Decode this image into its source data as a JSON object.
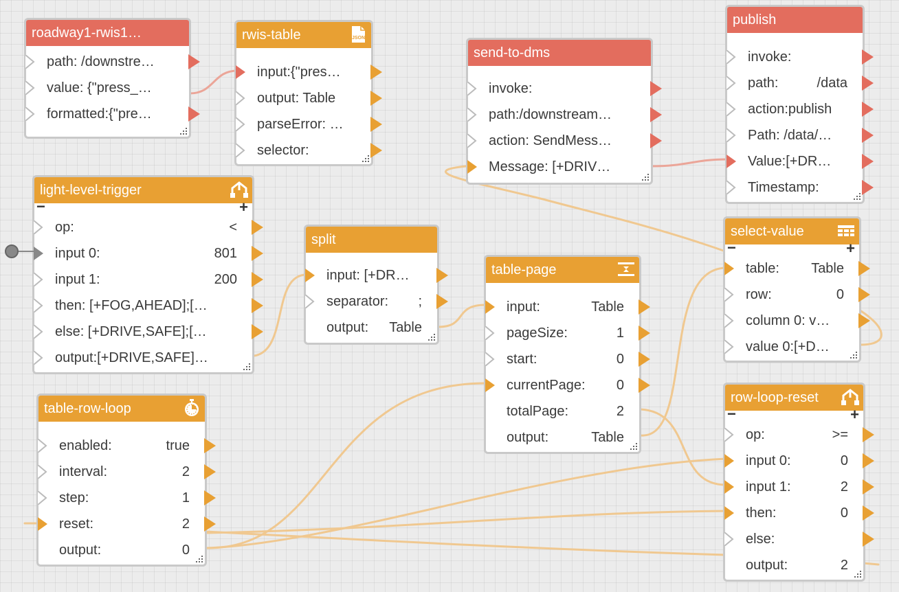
{
  "colors": {
    "orange_header": "#e8a033",
    "red_header": "#e36d5e",
    "wire_orange": "#f0c890",
    "wire_red": "#eba598",
    "canvas": "#ececec"
  },
  "nodes": {
    "roadway": {
      "title": "roadway1-rwis1…",
      "rows": [
        {
          "text": "path: /downstre…"
        },
        {
          "text": "value: {\"press_…"
        },
        {
          "text": "formatted:{\"pre…"
        }
      ]
    },
    "rwis_table": {
      "title": "rwis-table",
      "icon": "json-file-icon",
      "rows": [
        {
          "text": "input:{\"pres…"
        },
        {
          "text": "output:  Table"
        },
        {
          "text": "parseError: …"
        },
        {
          "text": "selector:"
        }
      ]
    },
    "send_to_dms": {
      "title": "send-to-dms",
      "rows": [
        {
          "text": "invoke:"
        },
        {
          "text": "path:/downstream…"
        },
        {
          "text": "action: SendMess…"
        },
        {
          "text": "Message:  [+DRIV…"
        }
      ]
    },
    "publish": {
      "title": "publish",
      "rows": [
        {
          "text": "invoke:"
        },
        {
          "k": "path:",
          "v": "/data"
        },
        {
          "text": "action:publish"
        },
        {
          "text": "Path:  /data/…"
        },
        {
          "text": "Value:[+DR…"
        },
        {
          "text": "Timestamp:"
        }
      ]
    },
    "light_level_trigger": {
      "title": "light-level-trigger",
      "icon": "branch-icon",
      "minus": "−",
      "plus": "+",
      "rows": [
        {
          "k": "op:",
          "v": "<"
        },
        {
          "k": "input 0:",
          "v": "801"
        },
        {
          "k": "input 1:",
          "v": "200"
        },
        {
          "text": "then:  [+FOG,AHEAD];[…"
        },
        {
          "text": "else:  [+DRIVE,SAFE];[…"
        },
        {
          "text": "output:[+DRIVE,SAFE]…"
        }
      ]
    },
    "split": {
      "title": "split",
      "rows": [
        {
          "text": "input: [+DR…"
        },
        {
          "k": "separator:",
          "v": ";"
        },
        {
          "k": "output:",
          "v": "Table"
        }
      ]
    },
    "table_page": {
      "title": "table-page",
      "icon": "page-icon",
      "rows": [
        {
          "k": "input:",
          "v": "Table"
        },
        {
          "k": "pageSize:",
          "v": "1"
        },
        {
          "k": "start:",
          "v": "0"
        },
        {
          "k": "currentPage:",
          "v": "0"
        },
        {
          "k": "totalPage:",
          "v": "2"
        },
        {
          "k": "output:",
          "v": "Table"
        }
      ]
    },
    "select_value": {
      "title": "select-value",
      "icon": "table-icon",
      "minus": "−",
      "plus": "+",
      "rows": [
        {
          "k": "table:",
          "v": "Table"
        },
        {
          "k": "row:",
          "v": "0"
        },
        {
          "text": "column 0: v…"
        },
        {
          "text": "value 0:[+D…"
        }
      ]
    },
    "table_row_loop": {
      "title": "table-row-loop",
      "icon": "timer-icon",
      "rows": [
        {
          "k": "enabled:",
          "v": "true"
        },
        {
          "k": "interval:",
          "v": "2"
        },
        {
          "k": "step:",
          "v": "1"
        },
        {
          "k": "reset:",
          "v": "2"
        },
        {
          "k": "output:",
          "v": "0"
        }
      ]
    },
    "row_loop_reset": {
      "title": "row-loop-reset",
      "icon": "branch-icon",
      "minus": "−",
      "plus": "+",
      "rows": [
        {
          "k": "op:",
          "v": ">="
        },
        {
          "k": "input 0:",
          "v": "0"
        },
        {
          "k": "input 1:",
          "v": "2"
        },
        {
          "k": "then:",
          "v": "0"
        },
        {
          "text": "else:"
        },
        {
          "k": "output:",
          "v": "2"
        }
      ]
    }
  }
}
